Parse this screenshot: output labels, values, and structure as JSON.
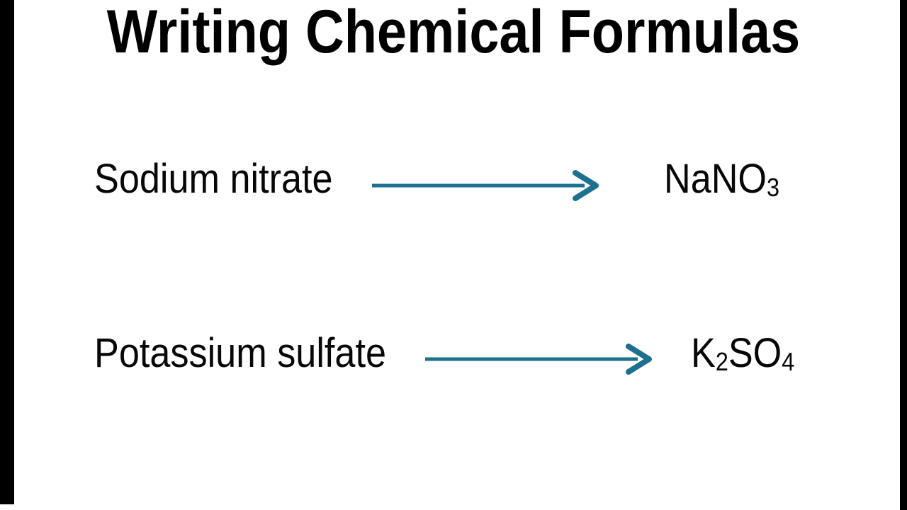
{
  "title": "Writing Chemical Formulas",
  "colors": {
    "arrow": "#1e708f",
    "text": "#000000",
    "letterbox": "#000000",
    "background": "#ffffff"
  },
  "rows": [
    {
      "name": "Sodium nitrate",
      "formula_display": "NaNO₃",
      "formula": {
        "p1": "NaNO",
        "s1": "3",
        "p2": "",
        "s2": ""
      }
    },
    {
      "name": "Potassium sulfate",
      "formula_display": "K₂SO₄",
      "formula": {
        "p1": "K",
        "s1": "2",
        "p2": "SO",
        "s2": "4"
      }
    }
  ]
}
